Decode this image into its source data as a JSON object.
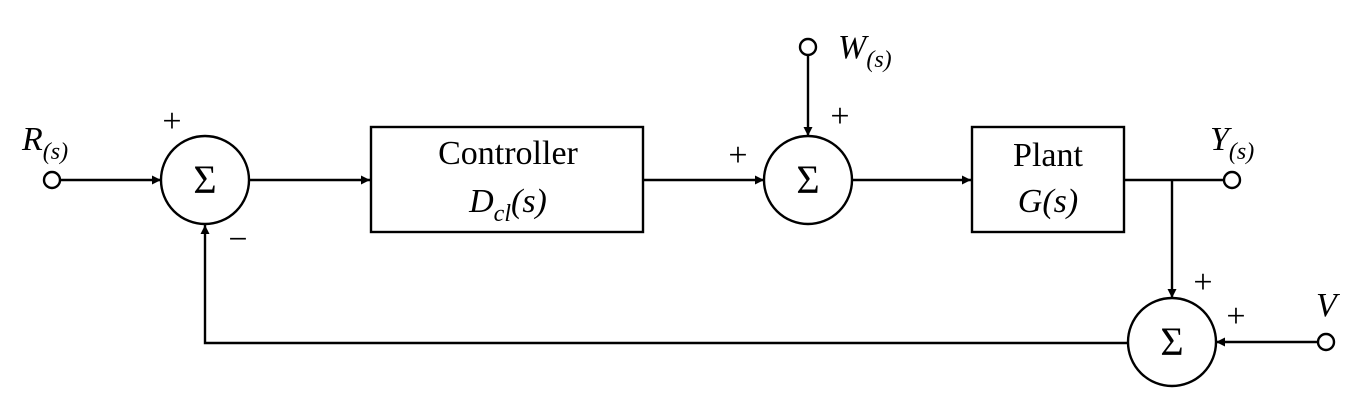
{
  "signals": {
    "reference": {
      "main": "R",
      "sub": "(s)"
    },
    "disturbance": {
      "main": "W",
      "sub": "(s)"
    },
    "output": {
      "main": "Y",
      "sub": "(s)"
    },
    "noise": {
      "main": "V"
    }
  },
  "blocks": {
    "controller": {
      "title": "Controller",
      "tf_main": "D",
      "tf_sub": "cl",
      "tf_arg": "(s)"
    },
    "plant": {
      "title": "Plant",
      "tf_main": "G",
      "tf_arg": "(s)"
    }
  },
  "summing_junctions": {
    "symbol": "Σ",
    "error_sum": {
      "in_top": "+",
      "in_bottom": "−"
    },
    "disturbance_sum": {
      "in_left": "+",
      "in_top": "+"
    },
    "sensor_sum": {
      "in_top": "+",
      "in_right": "+"
    }
  }
}
